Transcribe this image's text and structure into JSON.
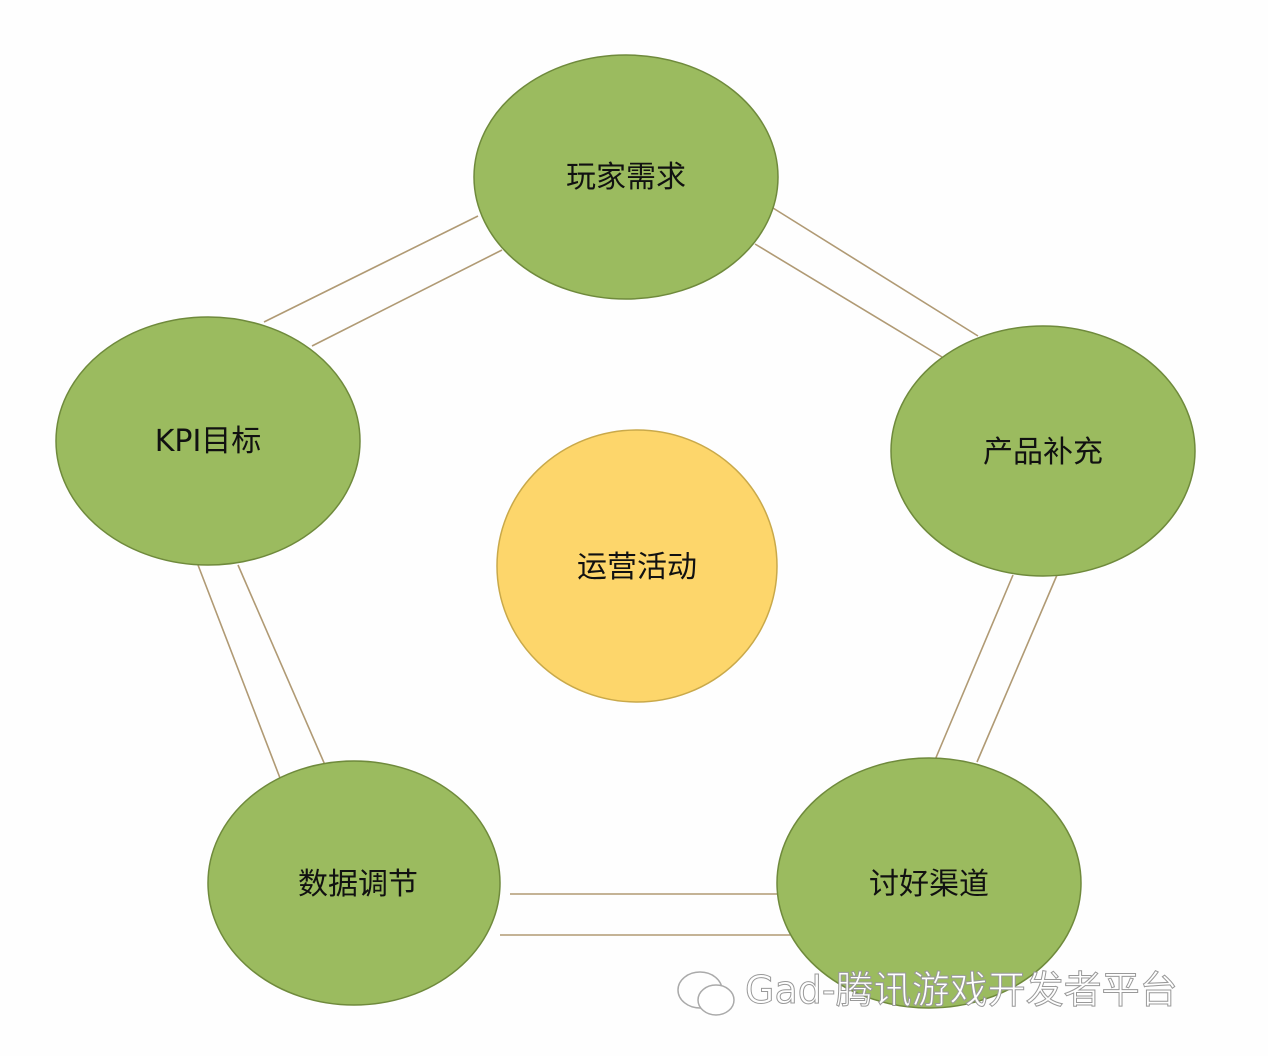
{
  "center": {
    "label": "运营活动",
    "color": "#fdd66b"
  },
  "nodes": [
    {
      "label": "玩家需求"
    },
    {
      "label": "产品补充"
    },
    {
      "label": "讨好渠道"
    },
    {
      "label": "数据调节"
    },
    {
      "label": "KPI目标"
    }
  ],
  "node_color": "#9bbb5f",
  "line_color": "#b09a74",
  "watermark": "Gad-腾讯游戏开发者平台"
}
